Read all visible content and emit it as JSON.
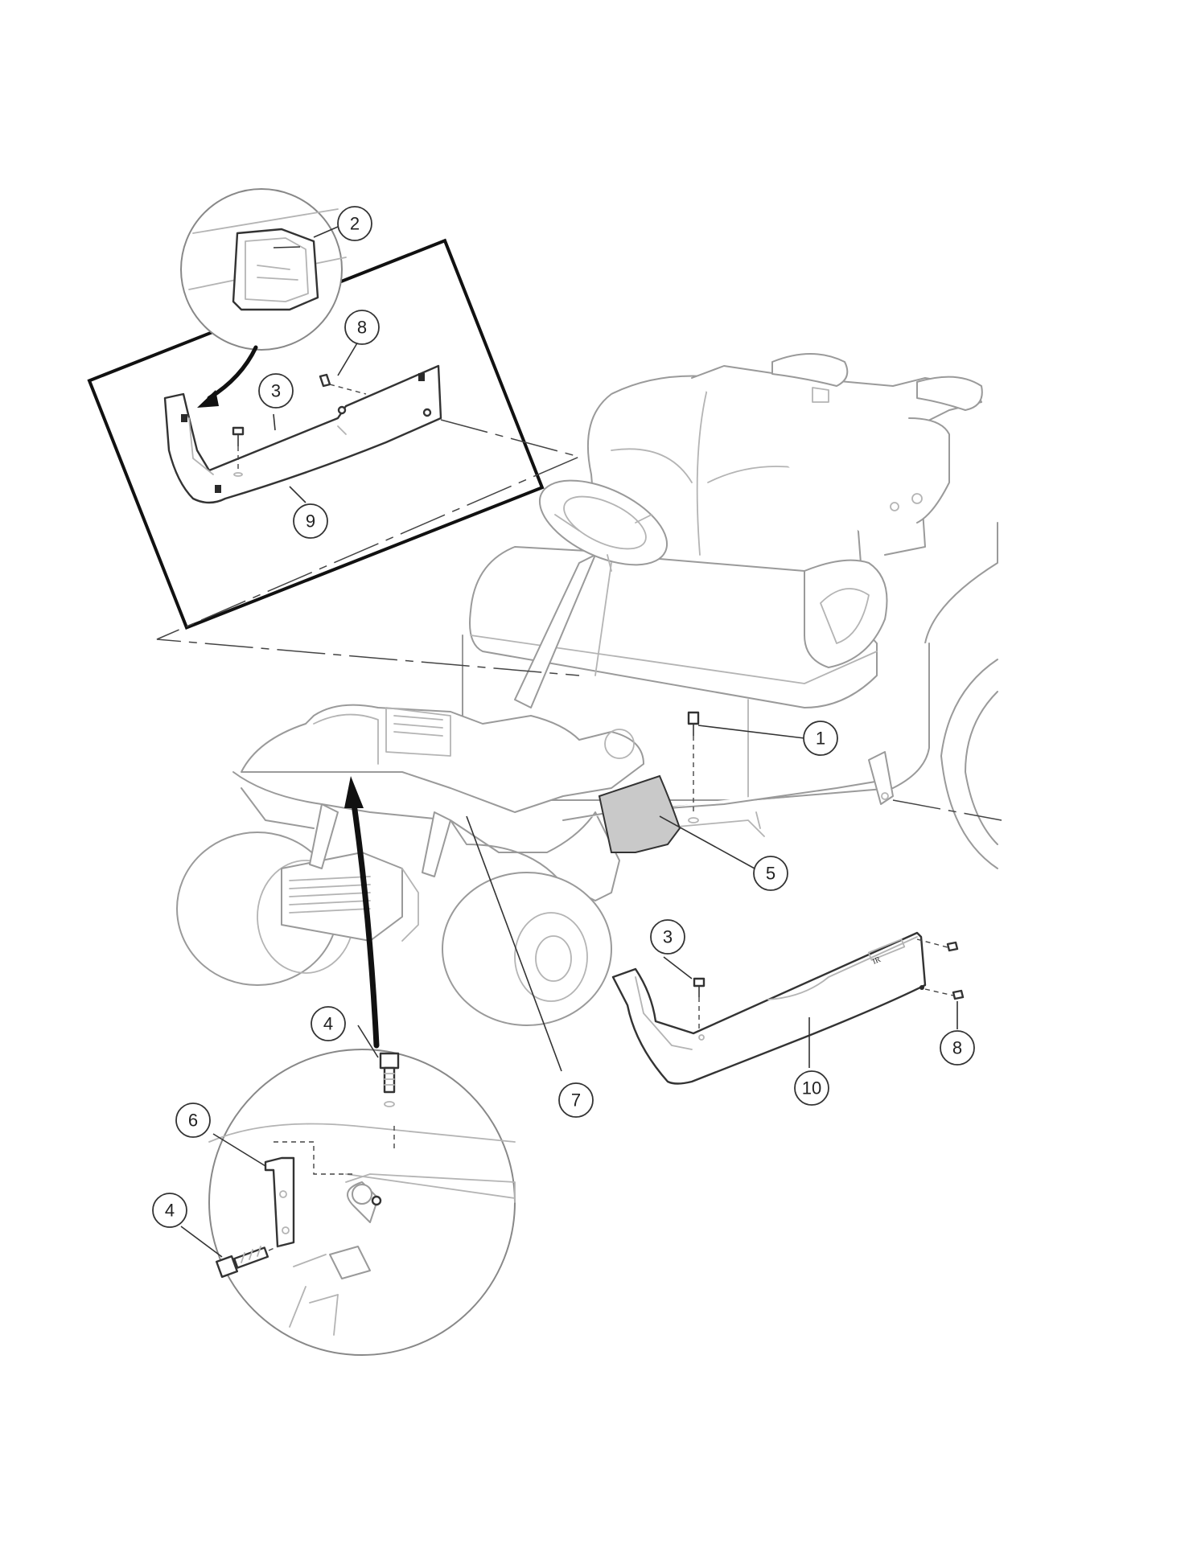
{
  "diagram": {
    "callouts": [
      "1",
      "2",
      "3",
      "8",
      "9",
      "5",
      "3",
      "8",
      "10",
      "7",
      "4",
      "6",
      "4"
    ]
  }
}
